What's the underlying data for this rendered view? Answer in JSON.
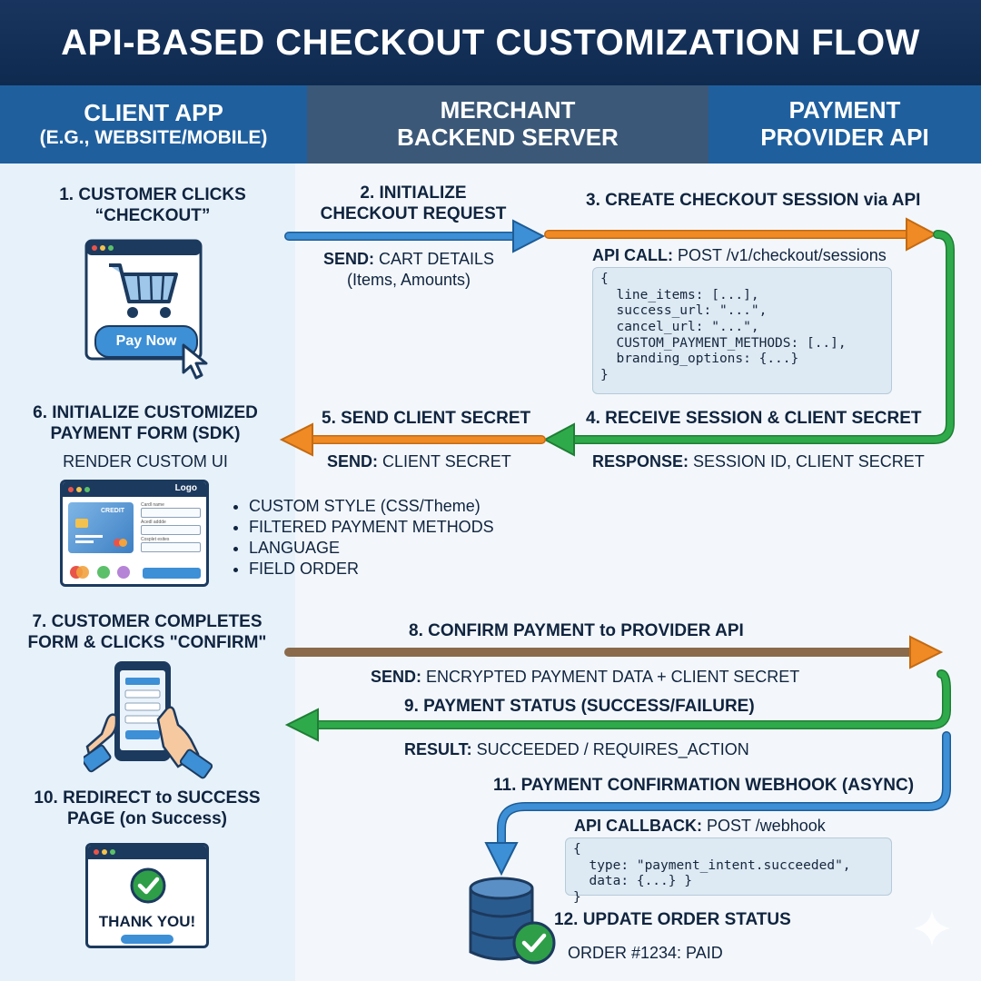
{
  "title": "API-BASED CHECKOUT CUSTOMIZATION FLOW",
  "lanes": {
    "client": {
      "title": "CLIENT APP",
      "subtitle": "(E.G., WEBSITE/MOBILE)"
    },
    "merchant": {
      "title": "MERCHANT",
      "subtitle": "BACKEND SERVER"
    },
    "provider": {
      "title": "PAYMENT",
      "subtitle": "PROVIDER API"
    }
  },
  "colors": {
    "title_bg": "#0f2a4f",
    "header_blue": "#1f5f9e",
    "header_gray": "#3b5878",
    "arrow_blue": "#3d8fd6",
    "arrow_orange": "#f08a24",
    "arrow_green": "#2faa4b",
    "check_green": "#2e9e48"
  },
  "steps": {
    "s1": {
      "label": "1. CUSTOMER CLICKS\n“CHECKOUT”",
      "button": "Pay Now"
    },
    "s2": {
      "label": "2. INITIALIZE\nCHECKOUT REQUEST",
      "send_key": "SEND:",
      "send_val": " CART DETAILS",
      "send_extra": "(Items, Amounts)"
    },
    "s3": {
      "label": "3. CREATE CHECKOUT SESSION via API",
      "call_key": "API CALL:",
      "call_val": " POST /v1/checkout/sessions",
      "code": "{\n  line_items: [...],\n  success_url: \"...\",\n  cancel_url: \"...\",\n  CUSTOM_PAYMENT_METHODS: [..],\n  branding_options: {...}\n}"
    },
    "s4": {
      "label": "4. RECEIVE SESSION & CLIENT SECRET",
      "resp_key": "RESPONSE:",
      "resp_val": " SESSION ID, CLIENT SECRET"
    },
    "s5": {
      "label": "5. SEND CLIENT SECRET",
      "send_key": "SEND:",
      "send_val": " CLIENT SECRET"
    },
    "s6": {
      "label": "6. INITIALIZE CUSTOMIZED\nPAYMENT FORM (SDK)",
      "sub": "RENDER CUSTOM UI",
      "logo": "Logo",
      "card": "CREDIT",
      "fields": [
        "Cardl name",
        "Acedl addde",
        "Cosplet esites"
      ],
      "features": [
        "CUSTOM STYLE (CSS/Theme)",
        "FILTERED PAYMENT METHODS",
        "LANGUAGE",
        "FIELD ORDER"
      ]
    },
    "s7": {
      "label": "7. CUSTOMER COMPLETES\nFORM & CLICKS \"CONFIRM\""
    },
    "s8": {
      "label": "8. CONFIRM PAYMENT to PROVIDER API",
      "send_key": "SEND:",
      "send_val": " ENCRYPTED PAYMENT DATA + CLIENT SECRET"
    },
    "s9": {
      "label": "9. PAYMENT STATUS (SUCCESS/FAILURE)",
      "result_key": "RESULT:",
      "result_val": " SUCCEEDED / REQUIRES_ACTION"
    },
    "s10": {
      "label": "10. REDIRECT to SUCCESS\nPAGE (on Success)",
      "thanks": "THANK YOU!"
    },
    "s11": {
      "label": "11. PAYMENT CONFIRMATION WEBHOOK (ASYNC)",
      "cb_key": "API CALLBACK:",
      "cb_val": " POST /webhook",
      "code": "{\n  type: \"payment_intent.succeeded\",\n  data: {...} }\n}"
    },
    "s12": {
      "label": "12. UPDATE ORDER STATUS",
      "order": "ORDER #1234: PAID"
    }
  }
}
